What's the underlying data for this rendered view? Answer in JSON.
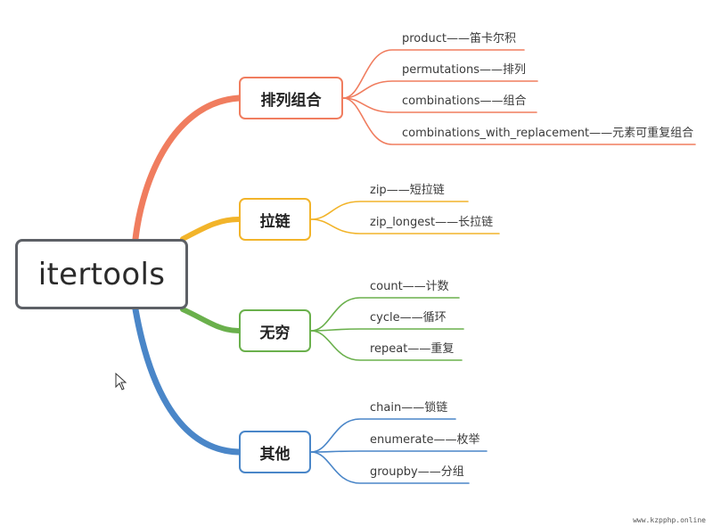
{
  "root": {
    "label": "itertools"
  },
  "branches": [
    {
      "label": "排列组合",
      "color": "#f07d5f",
      "items": [
        "product——笛卡尔积",
        "permutations——排列",
        "combinations——组合",
        "combinations_with_replacement——元素可重复组合"
      ]
    },
    {
      "label": "拉链",
      "color": "#f2b42a",
      "items": [
        "zip——短拉链",
        "zip_longest——长拉链"
      ]
    },
    {
      "label": "无穷",
      "color": "#6ab04c",
      "items": [
        "count——计数",
        "cycle——循环",
        "repeat——重复"
      ]
    },
    {
      "label": "其他",
      "color": "#4a86c8",
      "items": [
        "chain——锁链",
        "enumerate——枚举",
        "groupby——分组"
      ]
    }
  ],
  "watermark": "www.kzpphp.online",
  "icons": {
    "cursor": "mouse-pointer-icon"
  }
}
